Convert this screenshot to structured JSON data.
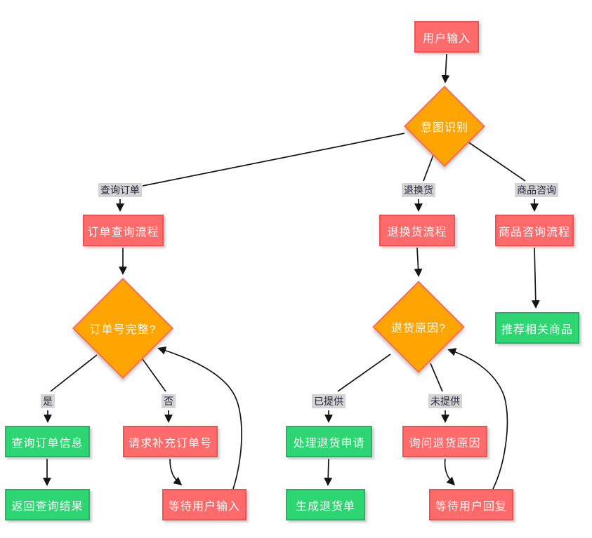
{
  "colors": {
    "red_fill": "#FF6B6B",
    "red_border": "#EE5253",
    "green_fill": "#2ED573",
    "green_border": "#23B563",
    "orange_fill": "#FFA502",
    "orange_border": "#FF6B57",
    "label_bg": "#D4D4D4",
    "label_text": "#26263A",
    "node_text": "#FFFFFF",
    "arrow": "#141414"
  },
  "nodes": {
    "user_input": "用户输入",
    "intent": "意图识别",
    "order_query_process": "订单查询流程",
    "return_process": "退换货流程",
    "product_process": "商品咨询流程",
    "order_complete": "订单号完整?",
    "return_reason": "退货原因?",
    "recommend": "推荐相关商品",
    "query_order_info": "查询订单信息",
    "request_order_no": "请求补充订单号",
    "return_result": "返回查询结果",
    "wait_user_input": "等待用户输入",
    "process_return": "处理退货申请",
    "ask_return_reason": "询问退货原因",
    "generate_return_order": "生成退货单",
    "wait_user_reply": "等待用户回复"
  },
  "edge_labels": {
    "query_order": "查询订单",
    "return_exchange": "退换货",
    "product_consult": "商品咨询",
    "yes": "是",
    "no": "否",
    "provided": "已提供",
    "not_provided": "未提供"
  }
}
